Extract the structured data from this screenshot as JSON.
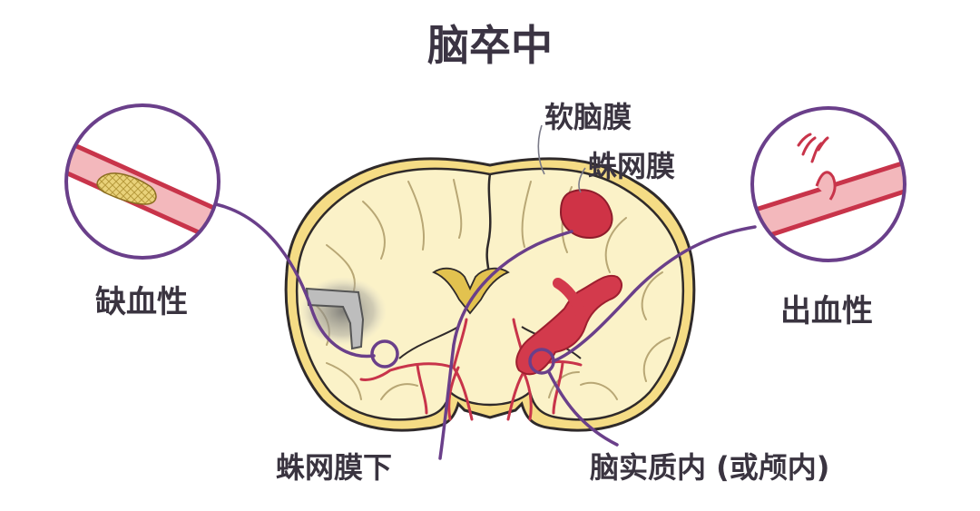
{
  "title": "脑卒中",
  "labels": {
    "ischemic": "缺血性",
    "hemorrhagic": "出血性",
    "pia_mater": "软脑膜",
    "arachnoid": "蛛网膜",
    "subarachnoid": "蛛网膜下",
    "intraparenchymal": "脑实质内 (或颅内)"
  },
  "colors": {
    "brain_fill": "#fbf2c8",
    "brain_outline": "#e8c95a",
    "outline_dark": "#2f2a2a",
    "vessel_red": "#c8344a",
    "vessel_wall": "#e98a8f",
    "plaque_yellow": "#e9d27a",
    "leader_purple": "#6a3f8a",
    "text": "#3a3440"
  }
}
